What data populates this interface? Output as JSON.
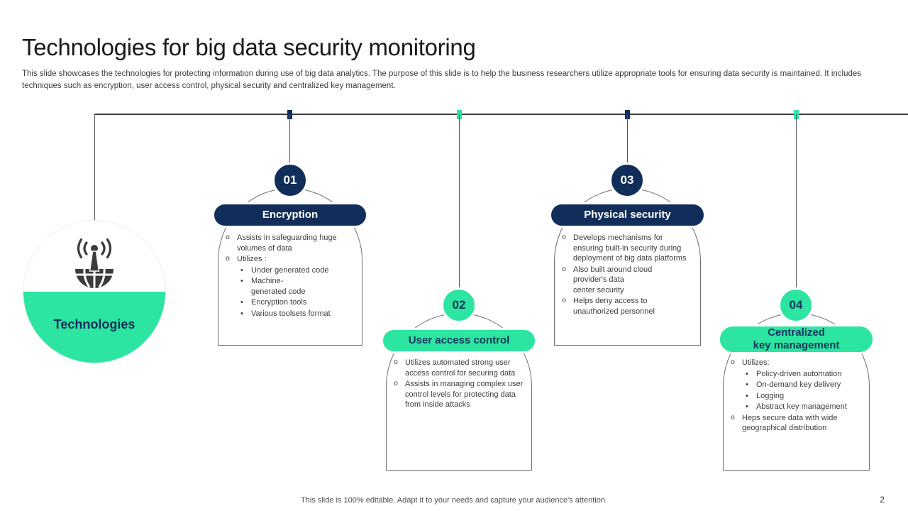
{
  "slide": {
    "title": "Technologies for big data security monitoring",
    "description": "This slide showcases the technologies for protecting information during use of big data analytics. The purpose of this slide is to help the business researchers utilize appropriate tools for ensuring data security is maintained. It includes techniques such as encryption, user access control, physical security and centralized key management.",
    "footer": "This slide is 100% editable. Adapt it to your needs and capture your audience's attention.",
    "page_number": "2"
  },
  "colors": {
    "navy": "#112E5B",
    "green": "#2BE5A0"
  },
  "hub": {
    "label": "Technologies",
    "icon": "antenna-globe-icon"
  },
  "items": [
    {
      "number": "01",
      "title": "Encryption",
      "theme": "navy",
      "bullets": [
        {
          "text": "Assists in safeguarding huge volumes of data"
        },
        {
          "text": "Utilizes :",
          "sub": [
            "Under generated code",
            "Machine-\ngenerated code",
            "Encryption tools",
            "Various toolsets format"
          ]
        }
      ]
    },
    {
      "number": "02",
      "title": "User access control",
      "theme": "green",
      "bullets": [
        {
          "text": "Utilizes automated strong user access control for securing data"
        },
        {
          "text": "Assists in managing complex user control levels for protecting data from inside attacks"
        }
      ]
    },
    {
      "number": "03",
      "title": "Physical security",
      "theme": "navy",
      "bullets": [
        {
          "text": "Develops mechanisms for ensuring built-in security during deployment of big data platforms"
        },
        {
          "text": "Also built around cloud\nprovider's data\ncenter security"
        },
        {
          "text": "Helps deny access to unauthorized personnel"
        }
      ]
    },
    {
      "number": "04",
      "title": "Centralized\nkey management",
      "theme": "green",
      "bullets": [
        {
          "text": "Utilizes:",
          "sub": [
            "Policy-driven automation",
            "On-demand key delivery",
            "Logging",
            "Abstract key management"
          ]
        },
        {
          "text": "Heps secure data with wide geographical distribution"
        }
      ]
    }
  ]
}
